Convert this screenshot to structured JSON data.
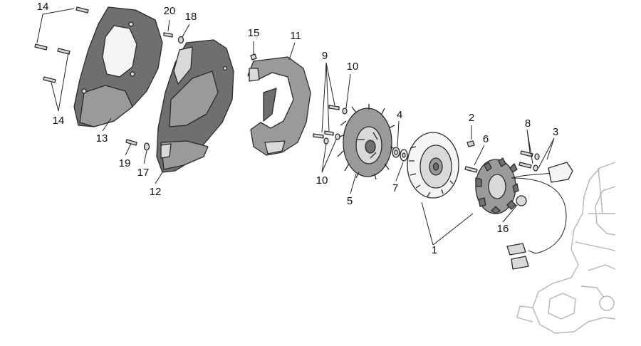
{
  "labels": [
    "1",
    "2",
    "3",
    "4",
    "5",
    "6",
    "7",
    "8",
    "9",
    "10",
    "10",
    "11",
    "12",
    "13",
    "14",
    "14",
    "15",
    "16",
    "17",
    "18",
    "19",
    "20"
  ]
}
